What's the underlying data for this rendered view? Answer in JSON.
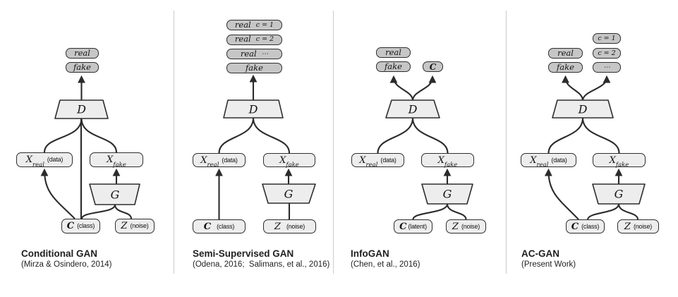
{
  "colors": {
    "box_dark": "#c6c6c6",
    "box_light": "#ededed",
    "stroke": "#2b2b2b",
    "separator": "#cccccc"
  },
  "panels": [
    {
      "title": "Conditional GAN",
      "citation": "(Mirza & Osindero, 2014)",
      "real": "real",
      "fake": "fake",
      "d": "D",
      "g": "G",
      "x_real": {
        "sym": "X",
        "sub": "real",
        "note": "(data)"
      },
      "x_fake": {
        "sym": "X",
        "sub": "fake"
      },
      "c": {
        "sym": "C",
        "note": "(class)"
      },
      "z": {
        "sym": "Z",
        "note": "(noise)"
      }
    },
    {
      "title": "Semi-Supervised GAN",
      "citation": "(Odena, 2016;  Salimans, et al., 2016)",
      "outputs": [
        {
          "label": "real",
          "cls": "c = 1"
        },
        {
          "label": "real",
          "cls": "c = 2"
        },
        {
          "label": "real",
          "cls": "⋯"
        },
        {
          "label": "fake"
        }
      ],
      "d": "D",
      "g": "G",
      "x_real": {
        "sym": "X",
        "sub": "real",
        "note": "(data)"
      },
      "x_fake": {
        "sym": "X",
        "sub": "fake"
      },
      "c": {
        "sym": "C",
        "note": "(class)"
      },
      "z": {
        "sym": "Z",
        "note": "(noise)"
      }
    },
    {
      "title": "InfoGAN",
      "citation": "(Chen, et al., 2016)",
      "real": "real",
      "fake": "fake",
      "c_out": "C",
      "d": "D",
      "g": "G",
      "x_real": {
        "sym": "X",
        "sub": "real",
        "note": "(data)"
      },
      "x_fake": {
        "sym": "X",
        "sub": "fake"
      },
      "c": {
        "sym": "C",
        "note": "(latent)"
      },
      "z": {
        "sym": "Z",
        "note": "(noise)"
      }
    },
    {
      "title": "AC-GAN",
      "citation": "(Present Work)",
      "real": "real",
      "fake": "fake",
      "classes": [
        "c = 1",
        "c = 2",
        "⋯"
      ],
      "d": "D",
      "g": "G",
      "x_real": {
        "sym": "X",
        "sub": "real",
        "note": "(data)"
      },
      "x_fake": {
        "sym": "X",
        "sub": "fake"
      },
      "c": {
        "sym": "C",
        "note": "(class)"
      },
      "z": {
        "sym": "Z",
        "note": "(noise)"
      }
    }
  ]
}
